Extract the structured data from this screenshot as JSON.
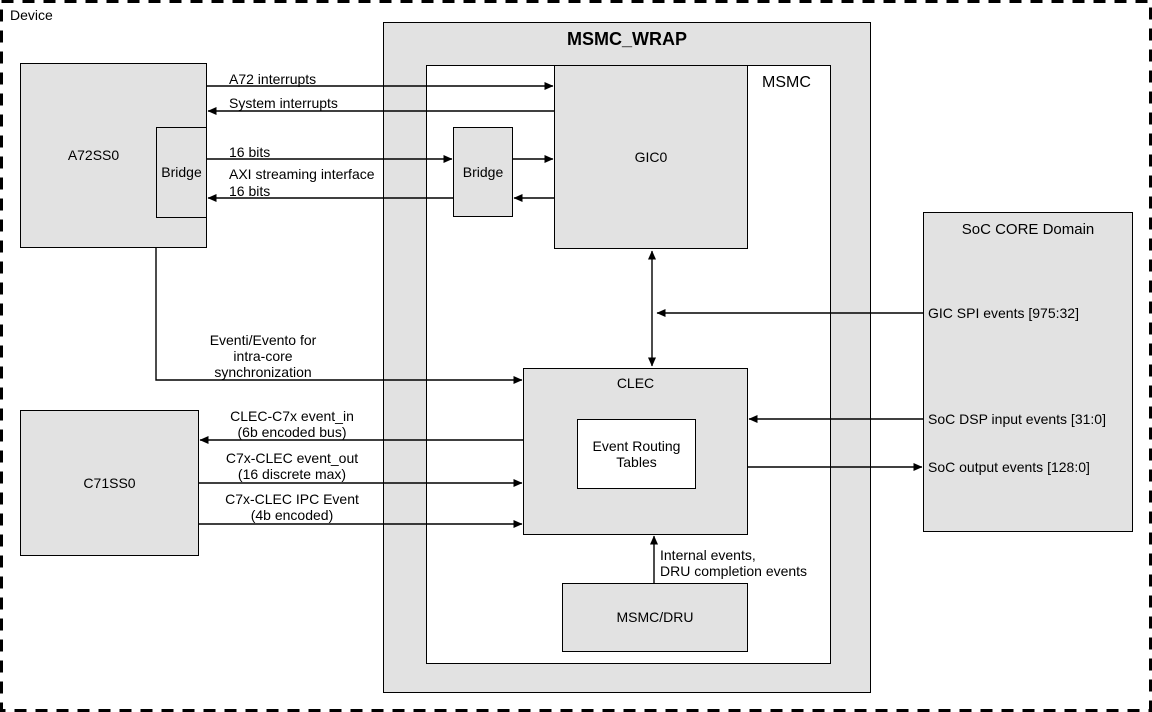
{
  "device": {
    "label": "Device"
  },
  "blocks": {
    "msmc_wrap": {
      "title": "MSMC_WRAP"
    },
    "msmc": {
      "label": "MSMC"
    },
    "gic0": {
      "label": "GIC0"
    },
    "bridge_mid": {
      "label": "Bridge"
    },
    "clec": {
      "label": "CLEC"
    },
    "event_routing_tables": {
      "line1": "Event Routing",
      "line2": "Tables"
    },
    "msmc_dru": {
      "label": "MSMC/DRU"
    },
    "a72ss0": {
      "label": "A72SS0"
    },
    "a72_bridge": {
      "label": "Bridge"
    },
    "c71ss0": {
      "label": "C71SS0"
    },
    "soc_core": {
      "title": "SoC CORE Domain",
      "ports": [
        "GIC SPI events [975:32]",
        "SoC DSP input events [31:0]",
        "SoC output events [128:0]"
      ]
    }
  },
  "connections": {
    "a72_interrupts": "A72 interrupts",
    "system_interrupts": "System interrupts",
    "bits16": "16 bits",
    "axi": [
      "AXI streaming interface",
      "16 bits"
    ],
    "eventi": [
      "Eventi/Evento for",
      "intra-core",
      "synchronization"
    ],
    "clec_c7x_event_in": [
      "CLEC-C7x event_in",
      "(6b encoded bus)"
    ],
    "c7x_clec_event_out": [
      "C7x-CLEC event_out",
      "(16 discrete max)"
    ],
    "c7x_clec_ipc": [
      "C7x-CLEC IPC Event",
      "(4b encoded)"
    ],
    "internal_events": [
      "Internal events,",
      "DRU completion events"
    ]
  },
  "colors": {
    "block_fill": "#e2e2e2",
    "line": "#000000",
    "background": "#ffffff"
  }
}
